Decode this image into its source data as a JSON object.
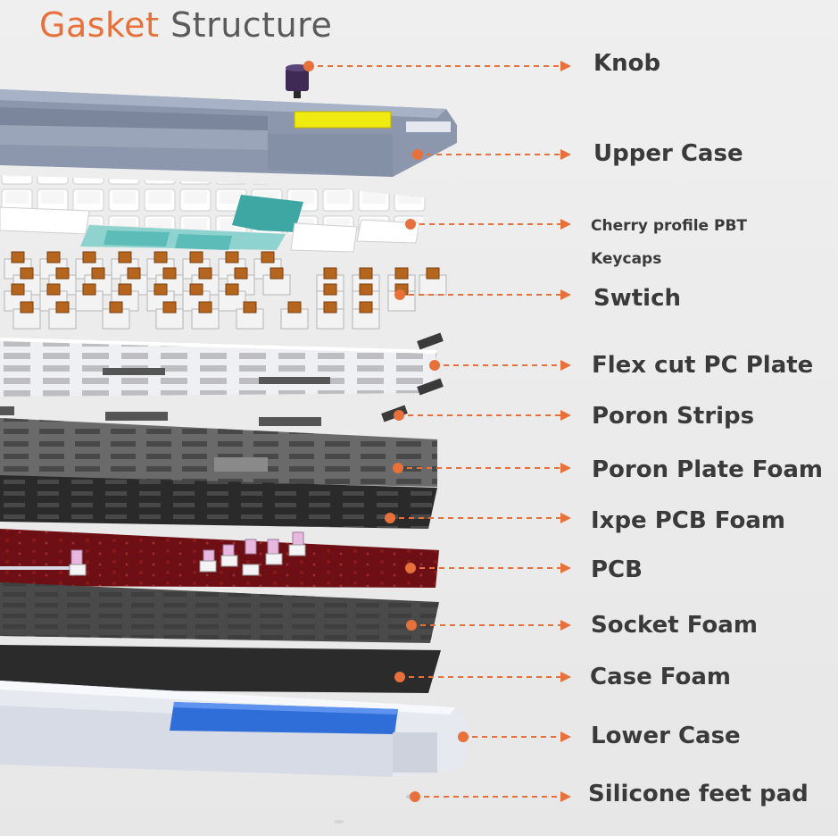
{
  "title": {
    "part1": "Gasket",
    "part2": "Structure"
  },
  "colors": {
    "accent": "#e8703a",
    "label": "#3a3a3a",
    "background": "#ececec"
  },
  "layers": [
    {
      "id": "knob",
      "label": "Knob"
    },
    {
      "id": "upper-case",
      "label": "Upper Case"
    },
    {
      "id": "keycaps",
      "label_line1": "Cherry profile PBT",
      "label_line2": "Keycaps"
    },
    {
      "id": "switch",
      "label": "Swtich"
    },
    {
      "id": "plate",
      "label": "Flex cut PC Plate"
    },
    {
      "id": "poron-strips",
      "label": "Poron Strips"
    },
    {
      "id": "plate-foam",
      "label": "Poron Plate Foam"
    },
    {
      "id": "pcb-foam",
      "label": "Ixpe PCB Foam"
    },
    {
      "id": "pcb",
      "label": "PCB"
    },
    {
      "id": "socket-foam",
      "label": "Socket Foam"
    },
    {
      "id": "case-foam",
      "label": "Case Foam"
    },
    {
      "id": "lower-case",
      "label": "Lower Case"
    },
    {
      "id": "feet",
      "label": "Silicone feet pad"
    }
  ]
}
